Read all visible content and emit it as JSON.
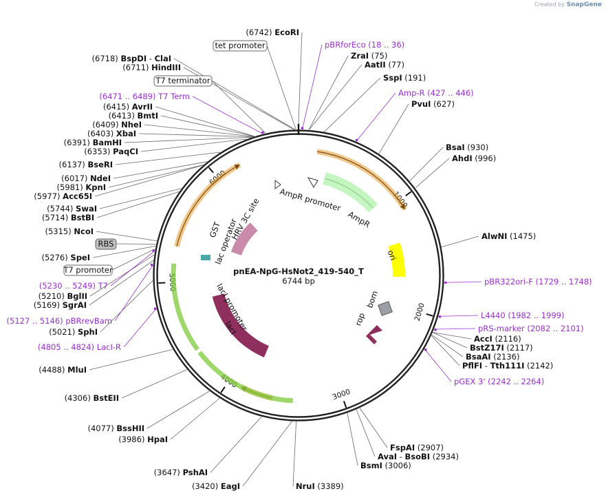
{
  "app": {
    "created_by": "Created by",
    "brand": "SnapGene"
  },
  "plasmid": {
    "name": "pnEA-NpG-HsNot2_419-540_T",
    "length_label": "6744 bp",
    "length": 6744
  },
  "colors": {
    "backbone": "#222222",
    "enzyme_leader": "#555555",
    "primer": "#9a2fd0",
    "amp_r": "#c5f5c0",
    "ori": "#ffff00",
    "lacI": "#8e2f5e",
    "gst": "#c98ba9",
    "rop": "#8e2f5e",
    "bom": "#9aa0a6",
    "orange_arrow": "#e69a2e",
    "green_arrow": "#7ecb3a",
    "rbs_box": "#bfbfbf"
  },
  "ticks": [
    "1000",
    "2000",
    "3000",
    "4000",
    "5000",
    "6000"
  ],
  "enzymes": [
    {
      "pos_text": "(6742)",
      "name": "EcoRI",
      "bp": 6742
    },
    {
      "pos_text": "(6718)",
      "name": "BspDI",
      "name2": "ClaI",
      "bp": 6718
    },
    {
      "pos_text": "(6711)",
      "name": "HindIII",
      "bp": 6711
    },
    {
      "pos_text": "(6415)",
      "name": "AvrII",
      "bp": 6415
    },
    {
      "pos_text": "(6413)",
      "name": "BmtI",
      "bp": 6413
    },
    {
      "pos_text": "(6409)",
      "name": "NheI",
      "bp": 6409
    },
    {
      "pos_text": "(6403)",
      "name": "XbaI",
      "bp": 6403
    },
    {
      "pos_text": "(6391)",
      "name": "BamHI",
      "bp": 6391
    },
    {
      "pos_text": "(6353)",
      "name": "PaqCI",
      "bp": 6353
    },
    {
      "pos_text": "(6137)",
      "name": "BseRI",
      "bp": 6137
    },
    {
      "pos_text": "(6017)",
      "name": "NdeI",
      "bp": 6017
    },
    {
      "pos_text": "(5981)",
      "name": "KpnI",
      "bp": 5981
    },
    {
      "pos_text": "(5977)",
      "name": "Acc65I",
      "bp": 5977
    },
    {
      "pos_text": "(5744)",
      "name": "SwaI",
      "bp": 5744
    },
    {
      "pos_text": "(5714)",
      "name": "BstBI",
      "bp": 5714
    },
    {
      "pos_text": "(5315)",
      "name": "NcoI",
      "bp": 5315
    },
    {
      "pos_text": "(5276)",
      "name": "SpeI",
      "bp": 5276
    },
    {
      "pos_text": "(5210)",
      "name": "BglII",
      "bp": 5210
    },
    {
      "pos_text": "(5169)",
      "name": "SgrAI",
      "bp": 5169
    },
    {
      "pos_text": "(5021)",
      "name": "SphI",
      "bp": 5021
    },
    {
      "pos_text": "(4488)",
      "name": "MluI",
      "bp": 4488
    },
    {
      "pos_text": "(4306)",
      "name": "BstEII",
      "bp": 4306
    },
    {
      "pos_text": "(4077)",
      "name": "BssHII",
      "bp": 4077
    },
    {
      "pos_text": "(3986)",
      "name": "HpaI",
      "bp": 3986
    },
    {
      "pos_text": "(3647)",
      "name": "PshAI",
      "bp": 3647
    },
    {
      "pos_text": "(3420)",
      "name": "EagI",
      "bp": 3420
    },
    {
      "pos_text": "(3389)",
      "name": "NruI",
      "bp": 3389
    },
    {
      "pos_text": "(3006)",
      "name": "BsmI",
      "bp": 3006
    },
    {
      "pos_text": "(2934)",
      "name": "AvaI",
      "name2": "BsoBI",
      "bp": 2934
    },
    {
      "pos_text": "(2907)",
      "name": "FspAI",
      "bp": 2907
    },
    {
      "pos_text": "(2142)",
      "name": "PflFI",
      "name2": "Tth111I",
      "bp": 2142
    },
    {
      "pos_text": "(2136)",
      "name": "BsaAI",
      "bp": 2136
    },
    {
      "pos_text": "(2117)",
      "name": "BstZ17I",
      "bp": 2117
    },
    {
      "pos_text": "(2116)",
      "name": "AccI",
      "bp": 2116
    },
    {
      "pos_text": "(1475)",
      "name": "AlwNI",
      "bp": 1475
    },
    {
      "pos_text": "(996)",
      "name": "AhdI",
      "bp": 996
    },
    {
      "pos_text": "(930)",
      "name": "BsaI",
      "bp": 930
    },
    {
      "pos_text": "(627)",
      "name": "PvuI",
      "bp": 627
    },
    {
      "pos_text": "(191)",
      "name": "SspI",
      "bp": 191
    },
    {
      "pos_text": "(77)",
      "name": "AatII",
      "bp": 77
    },
    {
      "pos_text": "(75)",
      "name": "ZraI",
      "bp": 75
    }
  ],
  "primers": [
    {
      "name": "pBRforEco",
      "range": "(18 .. 36)",
      "bp": 27
    },
    {
      "name": "Amp-R",
      "range": "(427 .. 446)",
      "bp": 436
    },
    {
      "name": "pBR322ori-F",
      "range": "(1729 .. 1748)",
      "bp": 1738
    },
    {
      "name": "L4440",
      "range": "(1982 .. 1999)",
      "bp": 1990
    },
    {
      "name": "pRS-marker",
      "range": "(2082 .. 2101)",
      "bp": 2091
    },
    {
      "name": "pGEX 3'",
      "range": "(2242 .. 2264)",
      "bp": 2253
    },
    {
      "name": "LacI-R",
      "range": "(4805 .. 4824)",
      "bp": 4814
    },
    {
      "name": "pBRrevBam",
      "range": "(5127 .. 5146)",
      "bp": 5136
    },
    {
      "name": "T7",
      "range": "(5230 .. 5249)",
      "bp": 5240
    },
    {
      "name": "T7 Term",
      "range": "(6471 .. 6489)",
      "bp": 6480
    }
  ],
  "boxed_features": [
    {
      "name": "tet promoter",
      "bp": 6725
    },
    {
      "name": "T7 terminator",
      "bp": 6500
    },
    {
      "name": "RBS",
      "bp": 5290
    },
    {
      "name": "T7 promoter",
      "bp": 5255
    }
  ],
  "features": {
    "amp_promoter": "AmpR promoter",
    "amp_r": "AmpR",
    "ori": "ori",
    "bom": "bom",
    "rop": "rop",
    "lacI": "lacI",
    "lacI_promoter": "lacI promoter",
    "gst": "GST",
    "lac_operator": "lac operator",
    "hrv": "HRV 3C site"
  }
}
